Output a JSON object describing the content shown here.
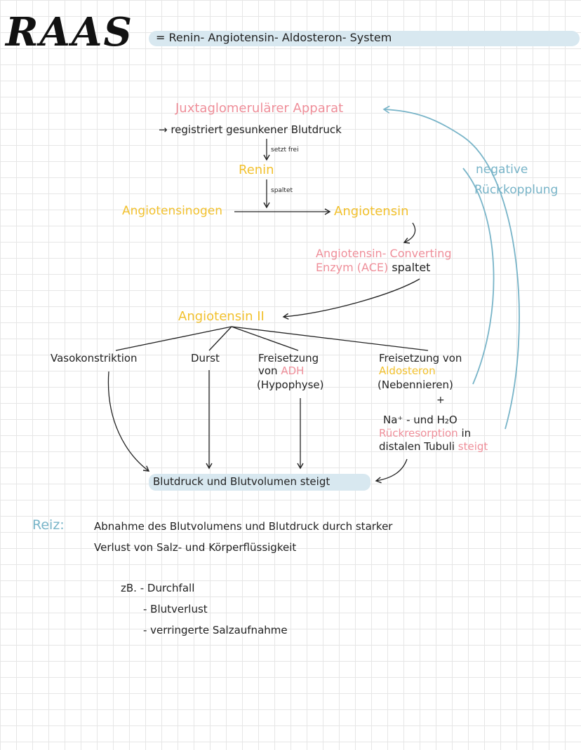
{
  "title": "RAAS",
  "subtitle": "= Renin- Angiotensin- Aldosteron- System",
  "jga": "Juxtaglomerulärer Apparat",
  "jga_note": "→ registriert gesunkener Blutdruck",
  "setzt_frei": "setzt frei",
  "renin": "Renin",
  "spaltet_small": "spaltet",
  "angiotensinogen": "Angiotensinogen",
  "angiotensin": "Angiotensin",
  "ace_line1": "Angiotensin- Converting",
  "ace_line2": "Enzym (ACE)",
  "ace_spaltet": "spaltet",
  "angiotensin2": "Angiotensin II",
  "negative": "negative",
  "rueckkopplung": "Rückkopplung",
  "effects": {
    "vaso": "Vasokonstriktion",
    "durst": "Durst",
    "adh1": "Freisetzung",
    "adh2_pre": "von",
    "adh2_adh": "ADH",
    "adh3": "(Hypophyse)",
    "aldo1": "Freisetzung von",
    "aldo2": "Aldosteron",
    "aldo3": "(Nebennieren)"
  },
  "plus": "+",
  "na_line": "Na⁺ - und H₂O",
  "rueckresorption": "Rückresorption",
  "in_word": "in",
  "distal": "distalen Tubuli",
  "steigt": "steigt",
  "result": "Blutdruck und Blutvolumen steigt",
  "reiz": {
    "label": "Reiz:",
    "line1": "Abnahme des Blutvolumens und Blutdruck durch starker",
    "line2": "Verlust von Salz- und Körperflüssigkeit"
  },
  "examples": {
    "prefix": "zB. -",
    "item1": "Durchfall",
    "item2": "- Blutverlust",
    "item3": "- verringerte Salzaufnahme"
  },
  "colors": {
    "pink": "#ef8f9a",
    "yellow": "#f2c12e",
    "blue": "#78b4c8",
    "highlight": "#d8e8f0"
  }
}
